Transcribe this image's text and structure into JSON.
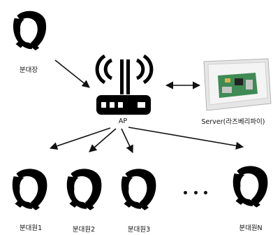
{
  "diagram": {
    "leader_label": "분대장",
    "ap_label": "AP",
    "server_label": "Server(라즈베리파이)",
    "member_labels": [
      "분대원1",
      "분대원2",
      "분대원3",
      "분대원N"
    ],
    "colors": {
      "ink": "#111111",
      "band": "#000000",
      "box": "#e6e6e6",
      "board": "#3f8a55"
    }
  }
}
